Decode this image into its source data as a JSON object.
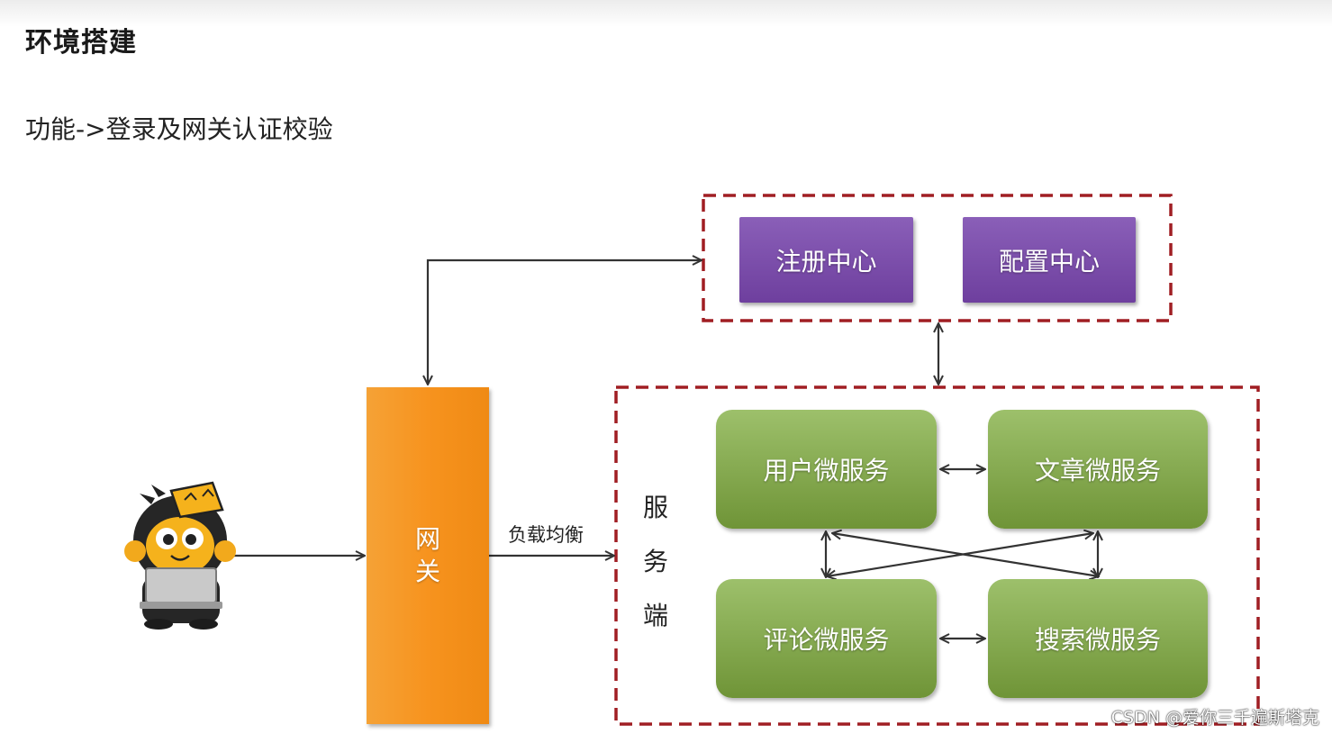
{
  "header": {
    "title": "环境搭建",
    "subtitle": "功能->登录及网关认证校验"
  },
  "diagram": {
    "registry": "注册中心",
    "config": "配置中心",
    "gateway": "网关",
    "load_balance": "负载均衡",
    "server_side": "服务端",
    "services": {
      "user": "用户微服务",
      "article": "文章微服务",
      "comment": "评论微服务",
      "search": "搜索微服务"
    }
  },
  "watermark": "CSDN @爱你三千遍斯塔克",
  "colors": {
    "dashed_border": "#a01e23",
    "purple": "#7a4aab",
    "green": "#86a94f",
    "orange": "#f7931e",
    "arrow": "#333333"
  }
}
